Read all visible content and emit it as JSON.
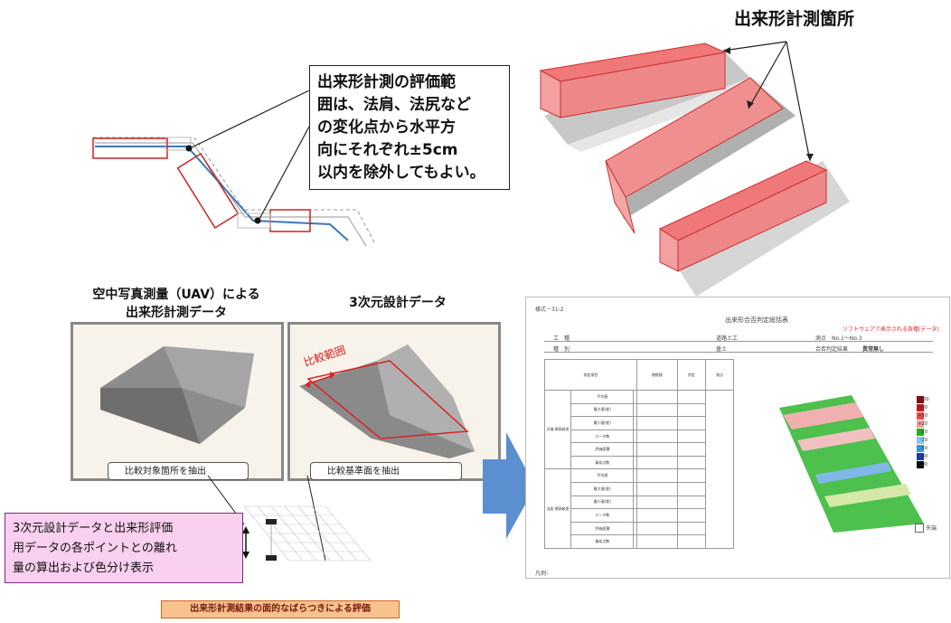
{
  "callout": {
    "line1": "出来形計測の評価範",
    "line2": "囲は、法肩、法尻など",
    "line3": "の変化点から水平方",
    "line4": "向にそれぞれ±5cm",
    "line5": "以内を除外してもよい。"
  },
  "right_title": "出来形計測箇所",
  "left_label": {
    "line1": "空中写真測量（UAV）による",
    "line2": "出来形計測データ"
  },
  "mid_label": "3次元設計データ",
  "hikaku": "比較範囲",
  "pill_left": "比較対象箇所を抽出",
  "pill_mid": "比較基準面を抽出",
  "pink_box": {
    "line1": "3次元設計データと出来形評価",
    "line2": "用データの各ポイントとの離れ",
    "line3": "量の算出および色分け表示"
  },
  "bottom_caption": "出来形計測結果の面的なばらつきによる評価",
  "doc": {
    "form_no": "様式－31-2",
    "title": "出来形合否判定総括表",
    "red_note": "ソフトウェアで表示される各種(データ)",
    "row1_label": "工　種",
    "row1_value": "道路土工",
    "row1_right": "測点　No.1～No.3",
    "row2_label": "種　別",
    "row2_value": "盛土",
    "row2_right_label": "合否判定結果",
    "row2_right_value": "異常無し",
    "table_headers": [
      "測定項目",
      "規格値",
      "判定",
      "測点"
    ],
    "group1": "天端 標高較差",
    "group2": "法面 標高較差",
    "rows": [
      "平均値",
      "最大値(差)",
      "最小値(差)",
      "データ数",
      "評価面積",
      "棄却点数"
    ],
    "legend": [
      "+100",
      "+80",
      "+50",
      "+20",
      "±0",
      "-20",
      "-50",
      "-80",
      "-100"
    ],
    "legend_colors": [
      "#7a1010",
      "#c01818",
      "#e84a4a",
      "#f29a9a",
      "#22b022",
      "#7ec8f0",
      "#3a9ad8",
      "#1a3ab0",
      "#000000"
    ],
    "tenba": "天端",
    "footer": "凡例："
  }
}
